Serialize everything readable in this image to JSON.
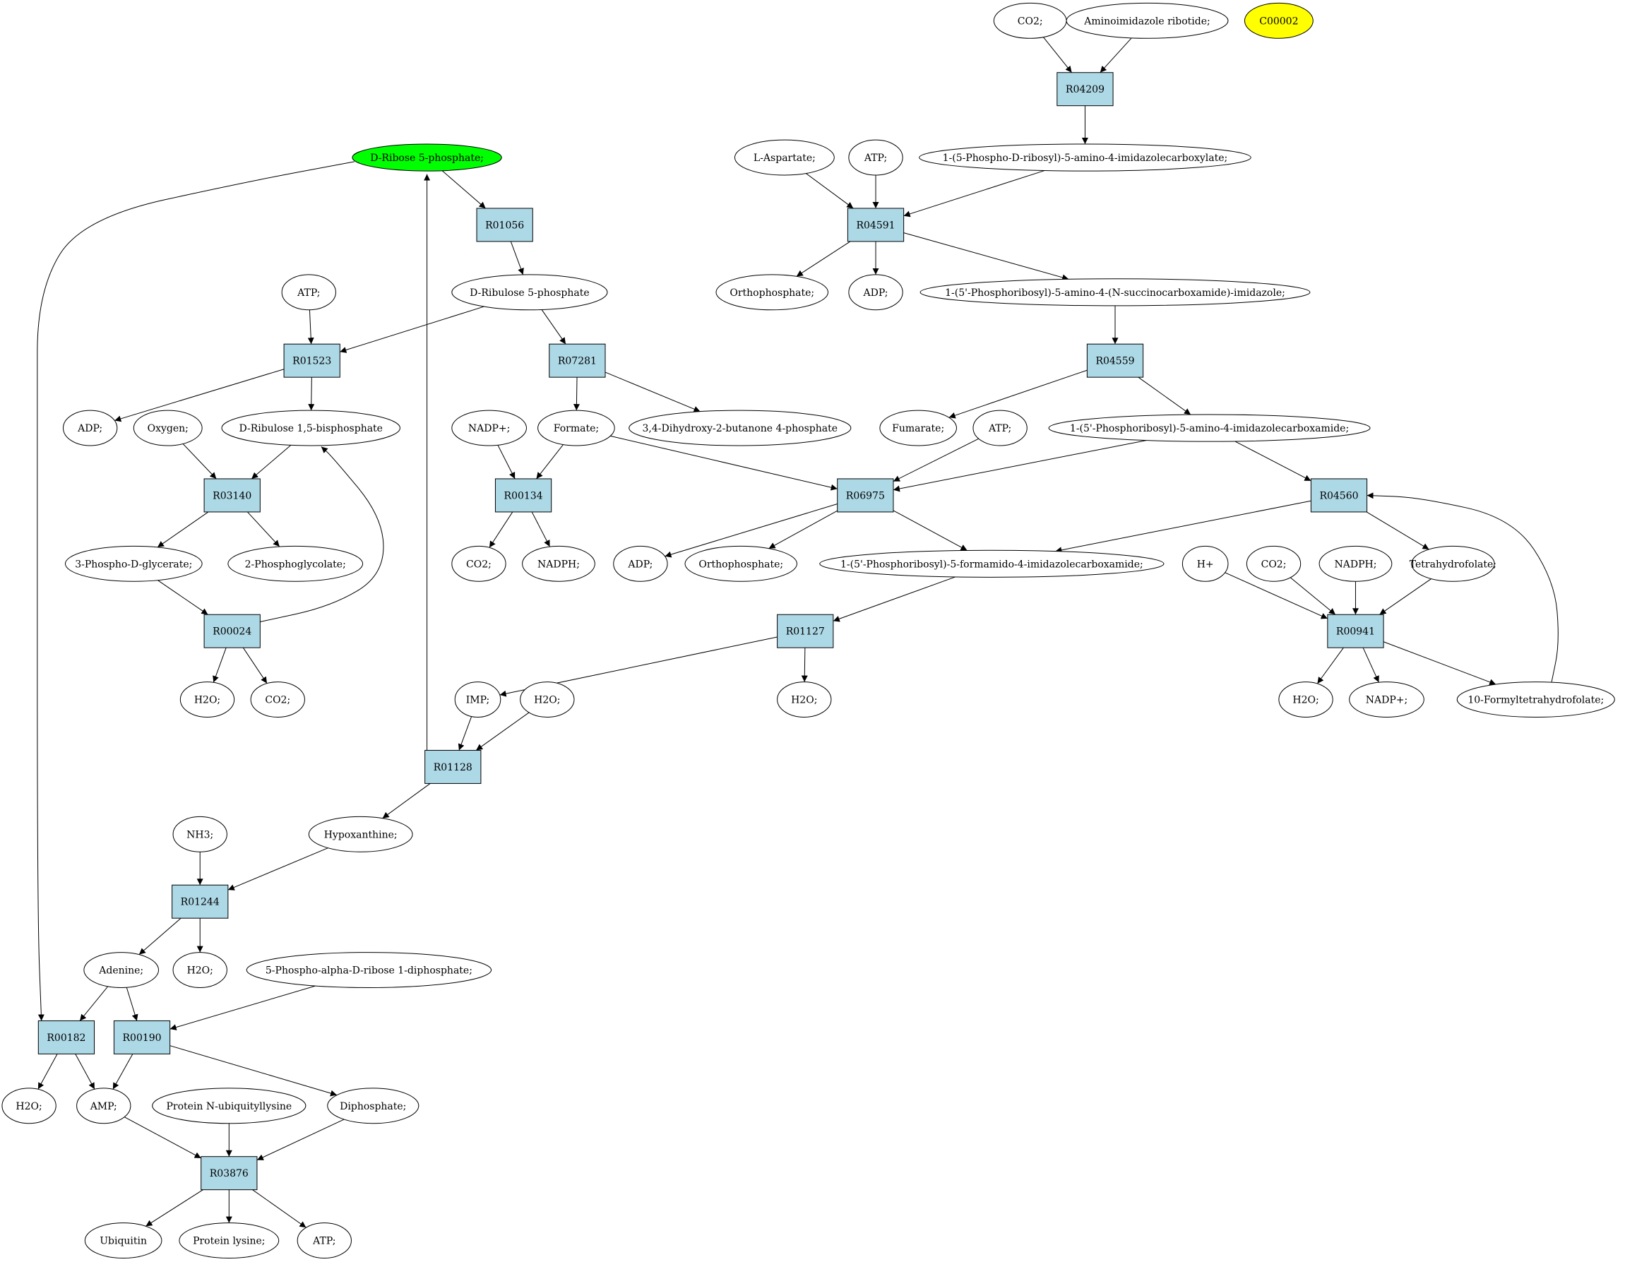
{
  "colors": {
    "reaction_fill": "#add8e6",
    "compound_fill": "#ffffff",
    "highlight_start": "#00ff00",
    "highlight_other": "#ffff00",
    "stroke": "#000000"
  },
  "nodes": [
    {
      "id": "rib5p",
      "kind": "compound",
      "label": "D-Ribose 5-phosphate;",
      "highlight": "#00ff00"
    },
    {
      "id": "co2_a",
      "kind": "compound",
      "label": "CO2;"
    },
    {
      "id": "air",
      "kind": "compound",
      "label": "Aminoimidazole ribotide;"
    },
    {
      "id": "c00002",
      "kind": "compound",
      "label": "C00002",
      "highlight": "#ffff00"
    },
    {
      "id": "R04209",
      "kind": "reaction",
      "label": "R04209"
    },
    {
      "id": "caic",
      "kind": "compound",
      "label": "1-(5-Phospho-D-ribosyl)-5-amino-4-imidazolecarboxylate;"
    },
    {
      "id": "lasp",
      "kind": "compound",
      "label": "L-Aspartate;"
    },
    {
      "id": "atp_a",
      "kind": "compound",
      "label": "ATP;"
    },
    {
      "id": "R04591",
      "kind": "reaction",
      "label": "R04591"
    },
    {
      "id": "ortho_a",
      "kind": "compound",
      "label": "Orthophosphate;"
    },
    {
      "id": "adp_a",
      "kind": "compound",
      "label": "ADP;"
    },
    {
      "id": "saicar",
      "kind": "compound",
      "label": "1-(5'-Phosphoribosyl)-5-amino-4-(N-succinocarboxamide)-imidazole;"
    },
    {
      "id": "R04559",
      "kind": "reaction",
      "label": "R04559"
    },
    {
      "id": "fum",
      "kind": "compound",
      "label": "Fumarate;"
    },
    {
      "id": "atp_b",
      "kind": "compound",
      "label": "ATP;"
    },
    {
      "id": "aicar",
      "kind": "compound",
      "label": "1-(5'-Phosphoribosyl)-5-amino-4-imidazolecarboxamide;"
    },
    {
      "id": "R01056",
      "kind": "reaction",
      "label": "R01056"
    },
    {
      "id": "ru5p",
      "kind": "compound",
      "label": "D-Ribulose 5-phosphate"
    },
    {
      "id": "atp_c",
      "kind": "compound",
      "label": "ATP;"
    },
    {
      "id": "R01523",
      "kind": "reaction",
      "label": "R01523"
    },
    {
      "id": "R07281",
      "kind": "reaction",
      "label": "R07281"
    },
    {
      "id": "adp_b",
      "kind": "compound",
      "label": "ADP;"
    },
    {
      "id": "oxy",
      "kind": "compound",
      "label": "Oxygen;"
    },
    {
      "id": "rubp",
      "kind": "compound",
      "label": "D-Ribulose 1,5-bisphosphate"
    },
    {
      "id": "nadp_a",
      "kind": "compound",
      "label": "NADP+;"
    },
    {
      "id": "formate",
      "kind": "compound",
      "label": "Formate;"
    },
    {
      "id": "dhbp",
      "kind": "compound",
      "label": "3,4-Dihydroxy-2-butanone 4-phosphate"
    },
    {
      "id": "R03140",
      "kind": "reaction",
      "label": "R03140"
    },
    {
      "id": "R00134",
      "kind": "reaction",
      "label": "R00134"
    },
    {
      "id": "R06975",
      "kind": "reaction",
      "label": "R06975"
    },
    {
      "id": "R04560",
      "kind": "reaction",
      "label": "R04560"
    },
    {
      "id": "pga",
      "kind": "compound",
      "label": "3-Phospho-D-glycerate;"
    },
    {
      "id": "pglyc",
      "kind": "compound",
      "label": "2-Phosphoglycolate;"
    },
    {
      "id": "co2_b",
      "kind": "compound",
      "label": "CO2;"
    },
    {
      "id": "nadph_a",
      "kind": "compound",
      "label": "NADPH;"
    },
    {
      "id": "adp_c",
      "kind": "compound",
      "label": "ADP;"
    },
    {
      "id": "ortho_b",
      "kind": "compound",
      "label": "Orthophosphate;"
    },
    {
      "id": "faicar",
      "kind": "compound",
      "label": "1-(5'-Phosphoribosyl)-5-formamido-4-imidazolecarboxamide;"
    },
    {
      "id": "hplus",
      "kind": "compound",
      "label": "H+"
    },
    {
      "id": "co2_c",
      "kind": "compound",
      "label": "CO2;"
    },
    {
      "id": "nadph_b",
      "kind": "compound",
      "label": "NADPH;"
    },
    {
      "id": "thf",
      "kind": "compound",
      "label": "Tetrahydrofolate;"
    },
    {
      "id": "R00024",
      "kind": "reaction",
      "label": "R00024"
    },
    {
      "id": "R01127",
      "kind": "reaction",
      "label": "R01127"
    },
    {
      "id": "R00941",
      "kind": "reaction",
      "label": "R00941"
    },
    {
      "id": "h2o_a",
      "kind": "compound",
      "label": "H2O;"
    },
    {
      "id": "co2_d",
      "kind": "compound",
      "label": "CO2;"
    },
    {
      "id": "imp",
      "kind": "compound",
      "label": "IMP;"
    },
    {
      "id": "h2o_b",
      "kind": "compound",
      "label": "H2O;"
    },
    {
      "id": "h2o_c",
      "kind": "compound",
      "label": "H2O;"
    },
    {
      "id": "h2o_d",
      "kind": "compound",
      "label": "H2O;"
    },
    {
      "id": "nadp_b",
      "kind": "compound",
      "label": "NADP+;"
    },
    {
      "id": "fthf",
      "kind": "compound",
      "label": "10-Formyltetrahydrofolate;"
    },
    {
      "id": "R01128",
      "kind": "reaction",
      "label": "R01128"
    },
    {
      "id": "nh3",
      "kind": "compound",
      "label": "NH3;"
    },
    {
      "id": "hypox",
      "kind": "compound",
      "label": "Hypoxanthine;"
    },
    {
      "id": "R01244",
      "kind": "reaction",
      "label": "R01244"
    },
    {
      "id": "adenine",
      "kind": "compound",
      "label": "Adenine;"
    },
    {
      "id": "h2o_e",
      "kind": "compound",
      "label": "H2O;"
    },
    {
      "id": "prpp",
      "kind": "compound",
      "label": "5-Phospho-alpha-D-ribose 1-diphosphate;"
    },
    {
      "id": "R00182",
      "kind": "reaction",
      "label": "R00182"
    },
    {
      "id": "R00190",
      "kind": "reaction",
      "label": "R00190"
    },
    {
      "id": "h2o_f",
      "kind": "compound",
      "label": "H2O;"
    },
    {
      "id": "amp",
      "kind": "compound",
      "label": "AMP;"
    },
    {
      "id": "pnul",
      "kind": "compound",
      "label": "Protein N-ubiquityllysine"
    },
    {
      "id": "ppi",
      "kind": "compound",
      "label": "Diphosphate;"
    },
    {
      "id": "R03876",
      "kind": "reaction",
      "label": "R03876"
    },
    {
      "id": "ubq",
      "kind": "compound",
      "label": "Ubiquitin"
    },
    {
      "id": "plys",
      "kind": "compound",
      "label": "Protein lysine;"
    },
    {
      "id": "atp_d",
      "kind": "compound",
      "label": "ATP;"
    }
  ],
  "edges": [
    [
      "co2_a",
      "R04209"
    ],
    [
      "air",
      "R04209"
    ],
    [
      "R04209",
      "caic"
    ],
    [
      "lasp",
      "R04591"
    ],
    [
      "atp_a",
      "R04591"
    ],
    [
      "caic",
      "R04591"
    ],
    [
      "R04591",
      "ortho_a"
    ],
    [
      "R04591",
      "adp_a"
    ],
    [
      "R04591",
      "saicar"
    ],
    [
      "saicar",
      "R04559"
    ],
    [
      "R04559",
      "fum"
    ],
    [
      "R04559",
      "aicar"
    ],
    [
      "rib5p",
      "R01056"
    ],
    [
      "R01056",
      "ru5p"
    ],
    [
      "atp_c",
      "R01523"
    ],
    [
      "ru5p",
      "R01523"
    ],
    [
      "ru5p",
      "R07281"
    ],
    [
      "R01523",
      "adp_b"
    ],
    [
      "R01523",
      "rubp"
    ],
    [
      "R07281",
      "formate"
    ],
    [
      "R07281",
      "dhbp"
    ],
    [
      "oxy",
      "R03140"
    ],
    [
      "rubp",
      "R03140"
    ],
    [
      "R03140",
      "pga"
    ],
    [
      "R03140",
      "pglyc"
    ],
    [
      "nadp_a",
      "R00134"
    ],
    [
      "formate",
      "R00134"
    ],
    [
      "R00134",
      "co2_b"
    ],
    [
      "R00134",
      "nadph_a"
    ],
    [
      "formate",
      "R06975"
    ],
    [
      "atp_b",
      "R06975"
    ],
    [
      "aicar",
      "R06975"
    ],
    [
      "R06975",
      "adp_c"
    ],
    [
      "R06975",
      "ortho_b"
    ],
    [
      "R06975",
      "faicar"
    ],
    [
      "aicar",
      "R04560"
    ],
    [
      "R04560",
      "faicar"
    ],
    [
      "R04560",
      "thf"
    ],
    [
      "fthf",
      "R04560"
    ],
    [
      "pga",
      "R00024"
    ],
    [
      "R00024",
      "rubp"
    ],
    [
      "R00024",
      "h2o_a"
    ],
    [
      "R00024",
      "co2_d"
    ],
    [
      "faicar",
      "R01127"
    ],
    [
      "R01127",
      "imp"
    ],
    [
      "R01127",
      "h2o_c"
    ],
    [
      "hplus",
      "R00941"
    ],
    [
      "co2_c",
      "R00941"
    ],
    [
      "nadph_b",
      "R00941"
    ],
    [
      "thf",
      "R00941"
    ],
    [
      "R00941",
      "h2o_d"
    ],
    [
      "R00941",
      "nadp_b"
    ],
    [
      "R00941",
      "fthf"
    ],
    [
      "imp",
      "R01128"
    ],
    [
      "h2o_b",
      "R01128"
    ],
    [
      "R01128",
      "rib5p"
    ],
    [
      "R01128",
      "hypox"
    ],
    [
      "nh3",
      "R01244"
    ],
    [
      "hypox",
      "R01244"
    ],
    [
      "R01244",
      "adenine"
    ],
    [
      "R01244",
      "h2o_e"
    ],
    [
      "adenine",
      "R00182"
    ],
    [
      "adenine",
      "R00190"
    ],
    [
      "prpp",
      "R00190"
    ],
    [
      "rib5p",
      "R00182"
    ],
    [
      "R00182",
      "h2o_f"
    ],
    [
      "R00182",
      "amp"
    ],
    [
      "R00190",
      "amp"
    ],
    [
      "R00190",
      "ppi"
    ],
    [
      "amp",
      "R03876"
    ],
    [
      "pnul",
      "R03876"
    ],
    [
      "ppi",
      "R03876"
    ],
    [
      "R03876",
      "ubq"
    ],
    [
      "R03876",
      "plys"
    ],
    [
      "R03876",
      "atp_d"
    ]
  ]
}
